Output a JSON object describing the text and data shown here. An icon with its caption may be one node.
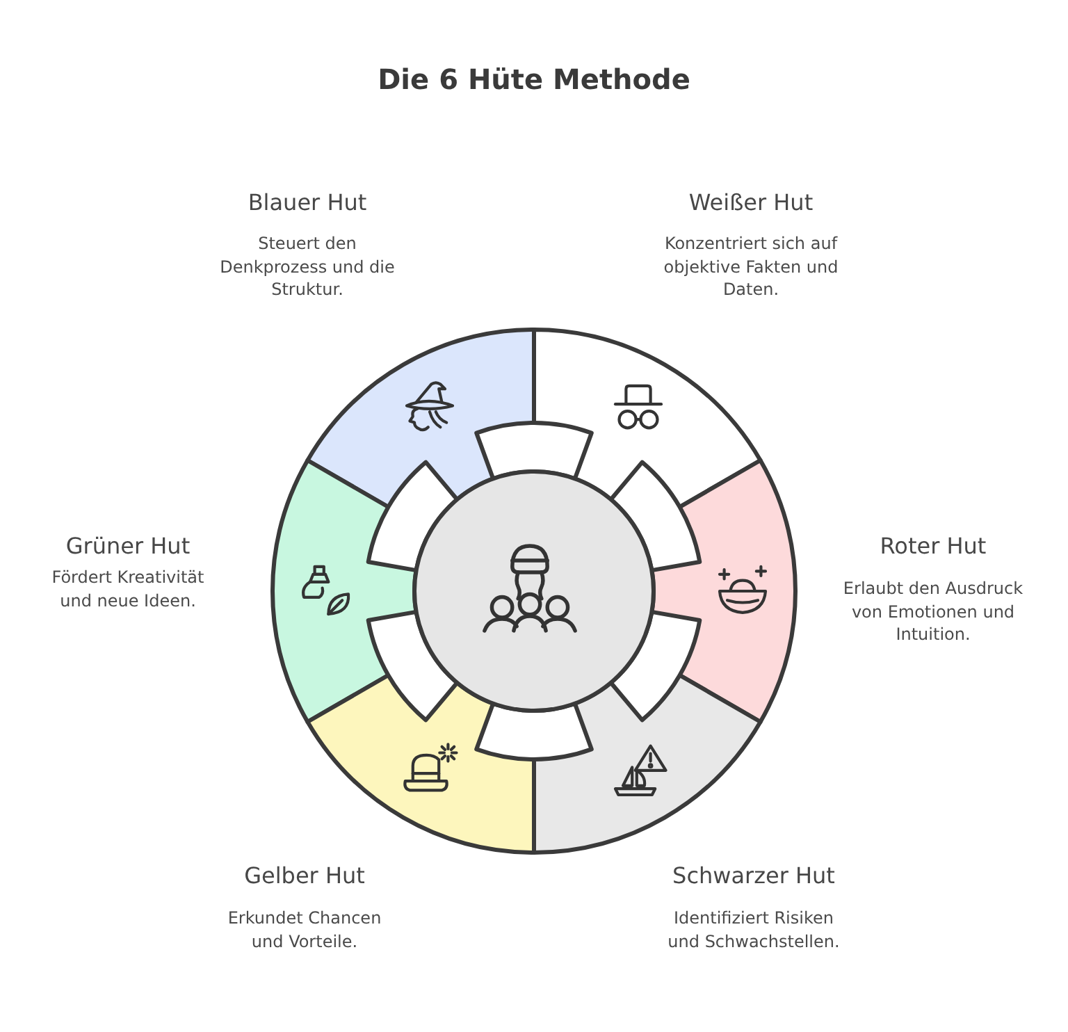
{
  "diagram": {
    "title": "Die 6 Hüte Methode",
    "nodes": [
      {
        "text": [],
        "shape": "sector",
        "beside": [
          "Blauer Hut",
          "Steuert den Denkprozess und die Struktur."
        ]
      },
      {
        "text": [],
        "shape": "sector",
        "beside": [
          "Weißer Hut",
          "Konzentriert sich auf objektive Fakten und Daten."
        ]
      },
      {
        "text": [],
        "shape": "sector",
        "beside": [
          "Grüner Hut",
          "Fördert Kreativität und neue Ideen."
        ]
      },
      {
        "text": [],
        "shape": "circle"
      },
      {
        "text": [],
        "shape": "sector",
        "beside": [
          "Roter Hut",
          "Erlaubt den Ausdruck von Emotionen und Intuition."
        ]
      },
      {
        "text": [],
        "shape": "sector",
        "beside": [
          "Gelber Hut",
          "Erkundet Chancen und Vorteile."
        ]
      },
      {
        "text": [],
        "shape": "sector",
        "beside": [
          "Schwarzer Hut",
          "Identifiziert Risiken und Schwachstellen."
        ]
      }
    ]
  }
}
